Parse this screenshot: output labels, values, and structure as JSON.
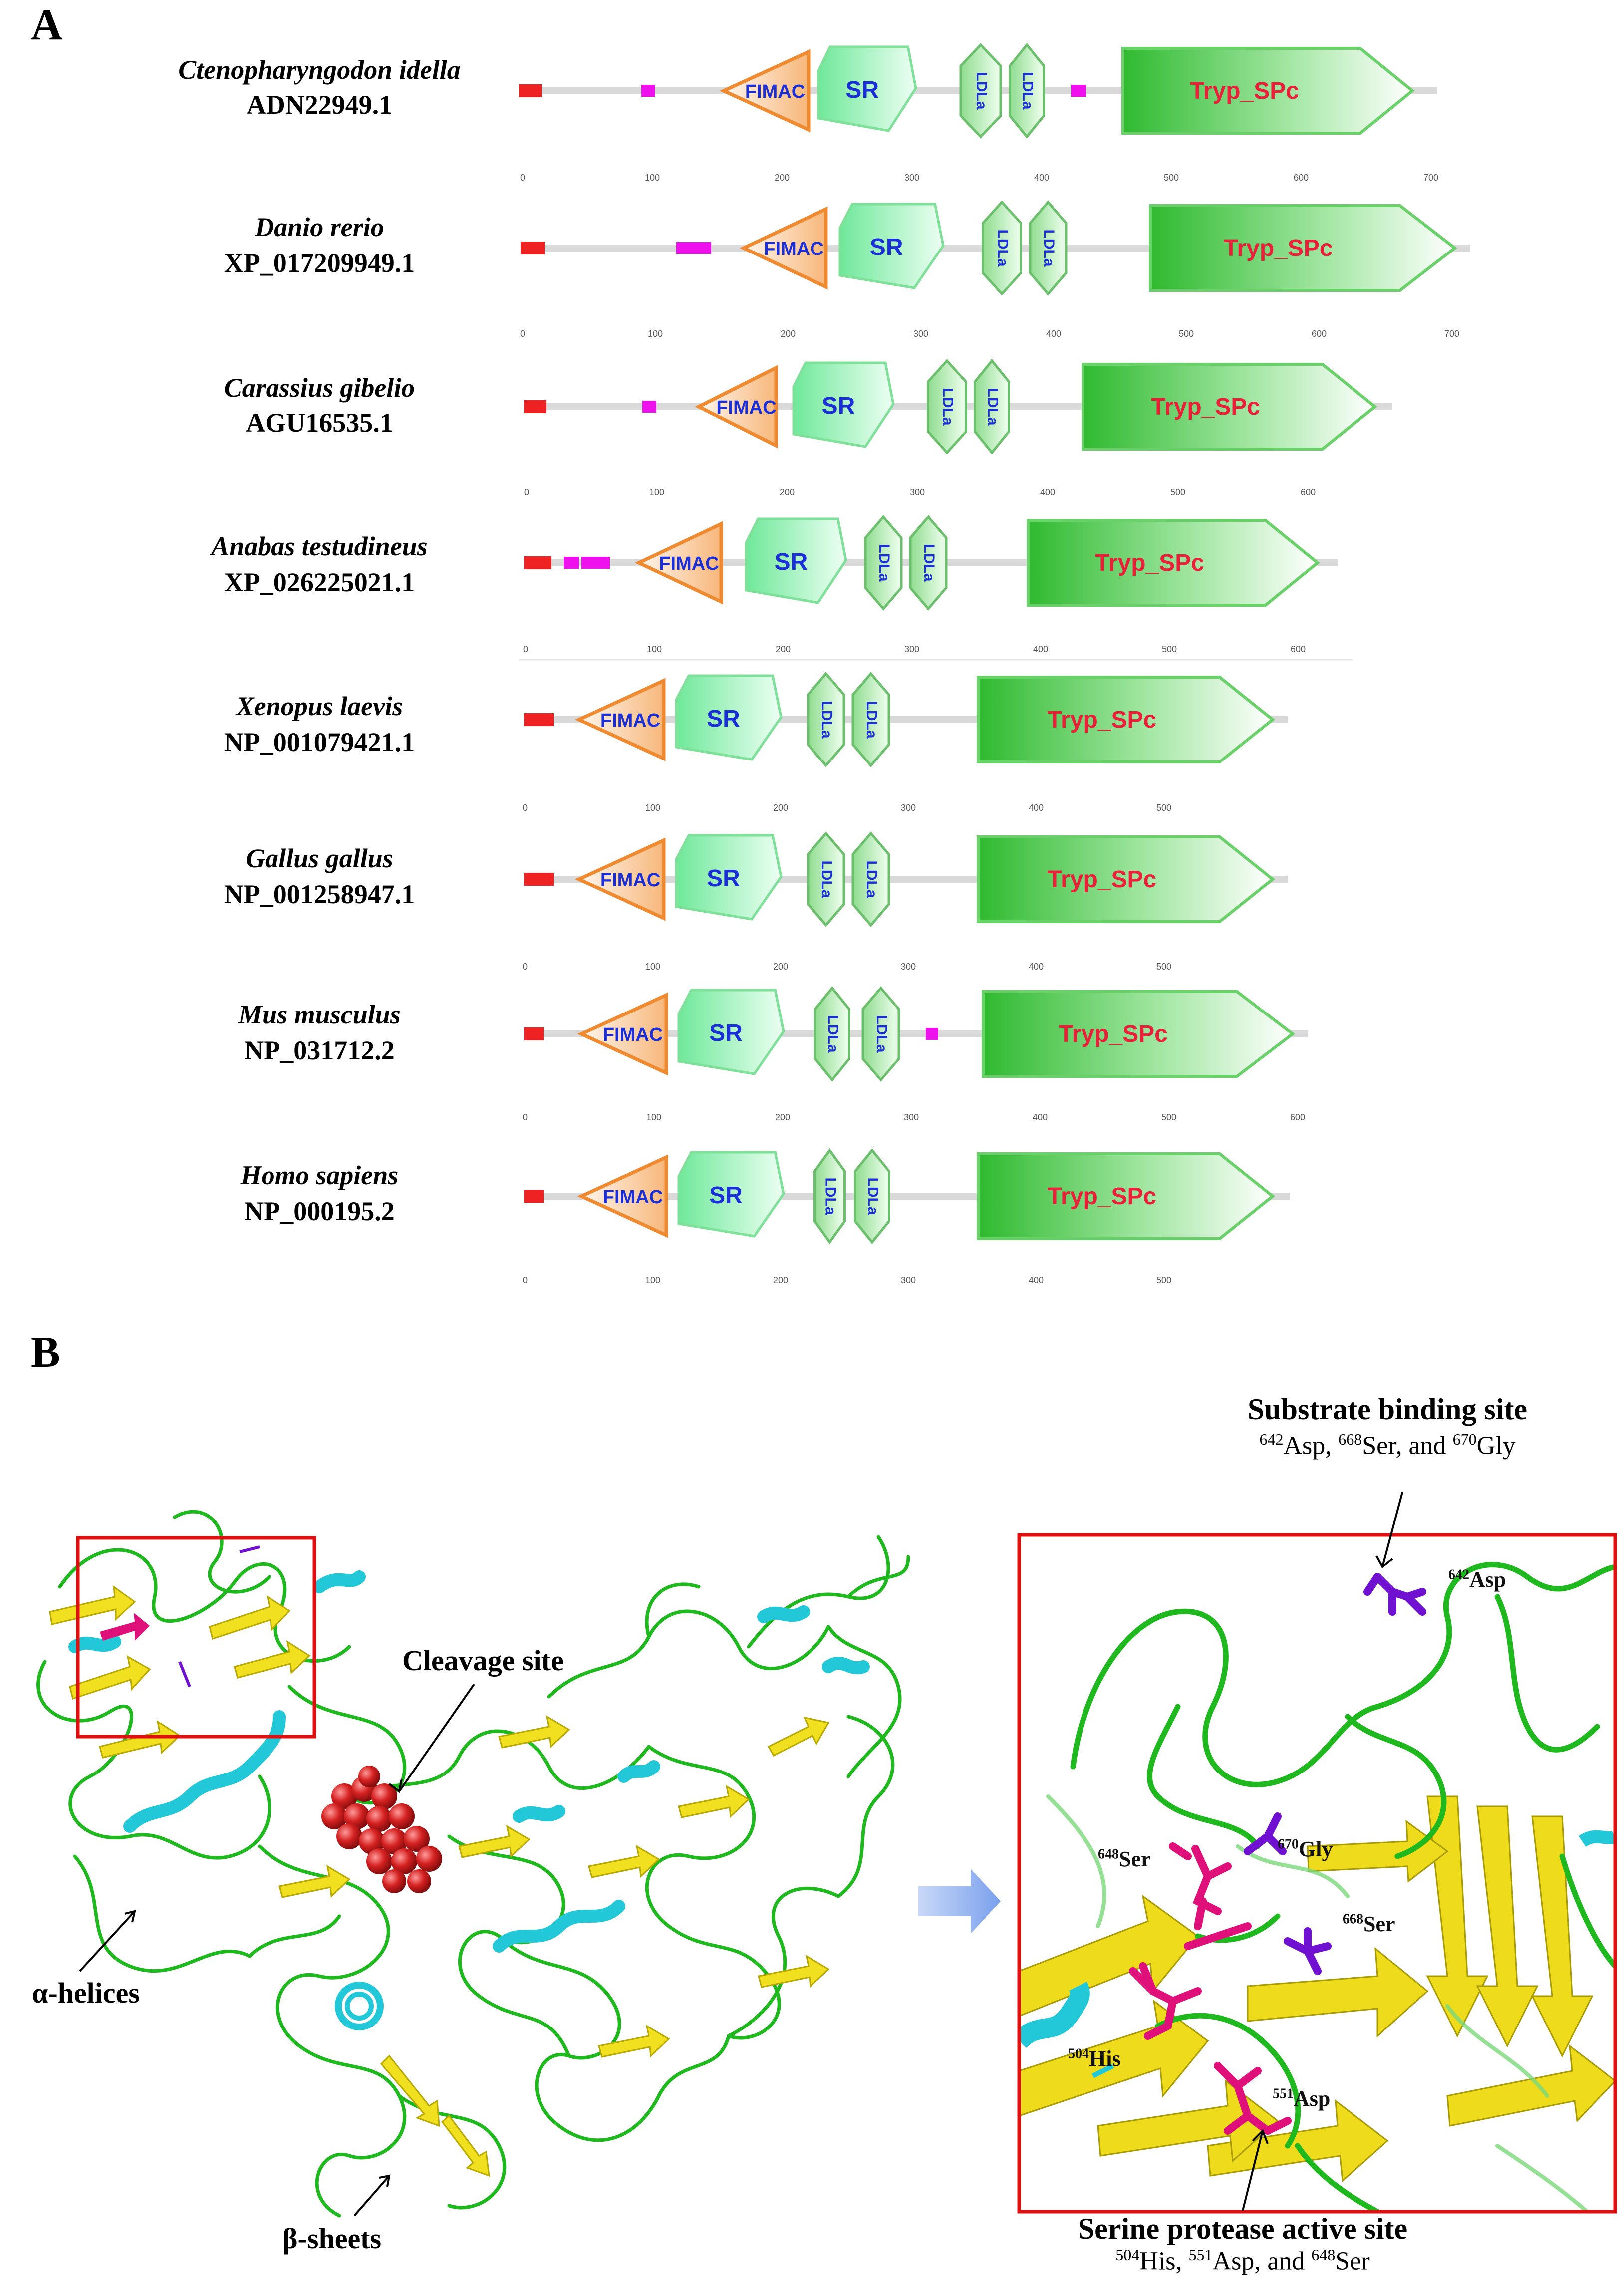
{
  "panel_a": {
    "letter": "A",
    "domain_labels": {
      "fimac": "FIMAC",
      "sr": "SR",
      "ldla": "LDLa",
      "tryp": "Tryp_SPc"
    },
    "colors": {
      "signal": "#ee2222",
      "lowcomplexity": "#ee11ee",
      "fimac_stroke": "#f08a30",
      "sr_fill": "#8ff0b0",
      "tryp_fill": "#3cc43c",
      "backbone": "#d9d9d9",
      "sr_text": "#1a2fd6",
      "tryp_text": "#e8203a"
    },
    "proteins": [
      {
        "species": "Ctenopharyngodon idella",
        "accession": "ADN22949.1",
        "ticks": [
          "0",
          "100",
          "200",
          "300",
          "400",
          "500",
          "600",
          "700"
        ]
      },
      {
        "species": "Danio rerio",
        "accession": "XP_017209949.1",
        "ticks": [
          "0",
          "100",
          "200",
          "300",
          "400",
          "500",
          "600",
          "700"
        ]
      },
      {
        "species": "Carassius gibelio",
        "accession": "AGU16535.1",
        "ticks": [
          "0",
          "100",
          "200",
          "300",
          "400",
          "500",
          "600"
        ]
      },
      {
        "species": "Anabas testudineus",
        "accession": "XP_026225021.1",
        "ticks": [
          "0",
          "100",
          "200",
          "300",
          "400",
          "500",
          "600"
        ]
      },
      {
        "species": "Xenopus laevis",
        "accession": "NP_001079421.1",
        "ticks": [
          "0",
          "100",
          "200",
          "300",
          "400",
          "500"
        ]
      },
      {
        "species": "Gallus gallus",
        "accession": "NP_001258947.1",
        "ticks": [
          "0",
          "100",
          "200",
          "300",
          "400",
          "500"
        ]
      },
      {
        "species": "Mus musculus",
        "accession": "NP_031712.2",
        "ticks": [
          "0",
          "100",
          "200",
          "300",
          "400",
          "500",
          "600"
        ]
      },
      {
        "species": "Homo sapiens",
        "accession": "NP_000195.2",
        "ticks": [
          "0",
          "100",
          "200",
          "300",
          "400",
          "500"
        ]
      }
    ]
  },
  "panel_b": {
    "letter": "B",
    "structure_labels": {
      "cleavage": "Cleavage site",
      "helices": "α-helices",
      "sheets": "β-sheets"
    },
    "substrate_binding": {
      "title": "Substrate binding site",
      "residues": [
        {
          "num": "642",
          "aa": "Asp"
        },
        {
          "num": "668",
          "aa": "Ser"
        },
        {
          "num": "670",
          "aa": "Gly"
        }
      ],
      "sep1": ", ",
      "sep2": ", and "
    },
    "active_site": {
      "title": "Serine protease active site",
      "residues": [
        {
          "num": "504",
          "aa": "His"
        },
        {
          "num": "551",
          "aa": "Asp"
        },
        {
          "num": "648",
          "aa": "Ser"
        }
      ],
      "sep1": ", ",
      "sep2": ", and "
    },
    "residue_labels": [
      {
        "num": "642",
        "aa": "Asp"
      },
      {
        "num": "670",
        "aa": "Gly"
      },
      {
        "num": "648",
        "aa": "Ser"
      },
      {
        "num": "668",
        "aa": "Ser"
      },
      {
        "num": "504",
        "aa": "His"
      },
      {
        "num": "551",
        "aa": "Asp"
      }
    ],
    "colors": {
      "coil": "#1fb81f",
      "helix": "#22c8d8",
      "sheet": "#f0e020",
      "box": "#e01010",
      "active": "#e0107a",
      "substrate": "#7010d0",
      "cleavage": "#d42020"
    }
  }
}
